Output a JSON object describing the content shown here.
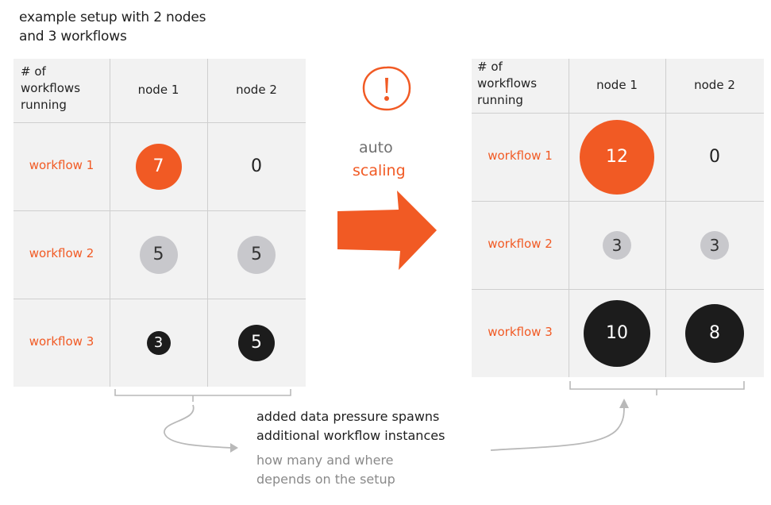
{
  "title": {
    "line1": "example setup with 2 nodes",
    "line2": "and 3 workflows"
  },
  "left_table": {
    "header": "# of\nworkflows\nrunning",
    "columns": [
      "node 1",
      "node 2"
    ],
    "rows": [
      {
        "label": "workflow 1",
        "cells": [
          {
            "value": "7",
            "style": "orange"
          },
          {
            "value": "0",
            "style": "plain"
          }
        ]
      },
      {
        "label": "workflow 2",
        "cells": [
          {
            "value": "5",
            "style": "gray"
          },
          {
            "value": "5",
            "style": "gray"
          }
        ]
      },
      {
        "label": "workflow 3",
        "cells": [
          {
            "value": "3",
            "style": "black"
          },
          {
            "value": "5",
            "style": "black"
          }
        ]
      }
    ]
  },
  "right_table": {
    "header": "# of\nworkflows\nrunning",
    "columns": [
      "node 1",
      "node 2"
    ],
    "rows": [
      {
        "label": "workflow 1",
        "cells": [
          {
            "value": "12",
            "style": "orange"
          },
          {
            "value": "0",
            "style": "plain"
          }
        ]
      },
      {
        "label": "workflow 2",
        "cells": [
          {
            "value": "3",
            "style": "gray"
          },
          {
            "value": "3",
            "style": "gray"
          }
        ]
      },
      {
        "label": "workflow 3",
        "cells": [
          {
            "value": "10",
            "style": "black"
          },
          {
            "value": "8",
            "style": "black"
          }
        ]
      }
    ]
  },
  "middle": {
    "auto": "auto",
    "scaling": "scaling"
  },
  "annotation": {
    "line1": "added data pressure spawns",
    "line2": "additional workflow instances",
    "sub1": "how many and where",
    "sub2": "depends on the setup"
  },
  "colors": {
    "orange": "#f15a24",
    "gray": "#c8c8cc",
    "black": "#1c1c1c",
    "table_bg": "#f2f2f2",
    "grid": "#cfcfcf"
  },
  "icons": {
    "alert": "exclamation-circle-icon",
    "arrow": "right-arrow-icon"
  }
}
